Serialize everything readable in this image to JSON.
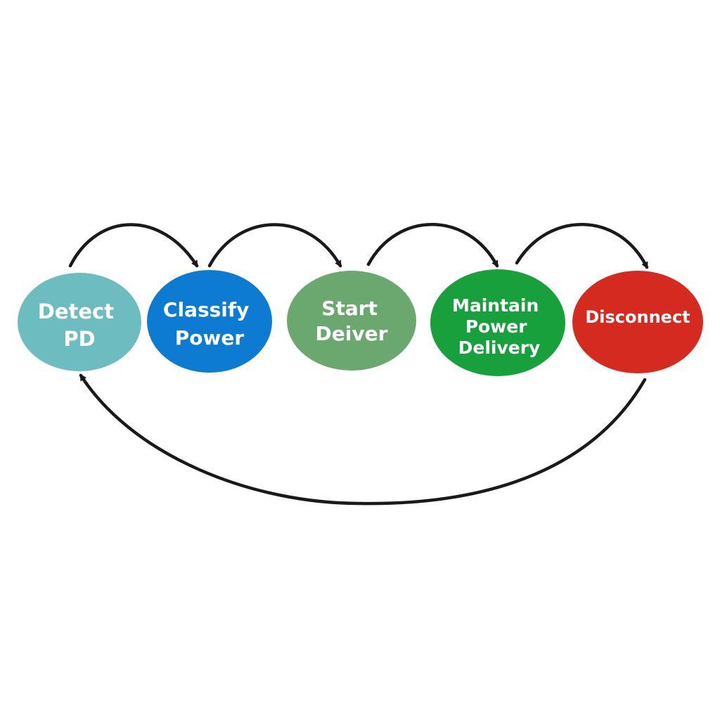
{
  "diagram": {
    "nodes": [
      {
        "id": "detect",
        "lines": [
          "Detect",
          "PD"
        ],
        "color": "#6dbcbf"
      },
      {
        "id": "classify",
        "lines": [
          "Classify",
          "Power"
        ],
        "color": "#0c7bd1"
      },
      {
        "id": "start",
        "lines": [
          "Start",
          "Deiver"
        ],
        "color": "#6aa86f"
      },
      {
        "id": "maintain",
        "lines": [
          "Maintain",
          "Power",
          "Delivery"
        ],
        "color": "#17a03c"
      },
      {
        "id": "disconnect",
        "lines": [
          "Disconnect"
        ],
        "color": "#d42a20"
      }
    ],
    "edges": [
      {
        "from": "detect",
        "to": "classify"
      },
      {
        "from": "classify",
        "to": "start"
      },
      {
        "from": "start",
        "to": "maintain"
      },
      {
        "from": "maintain",
        "to": "disconnect"
      },
      {
        "from": "disconnect",
        "to": "detect"
      }
    ],
    "arrow_color": "#1a1a1a"
  }
}
